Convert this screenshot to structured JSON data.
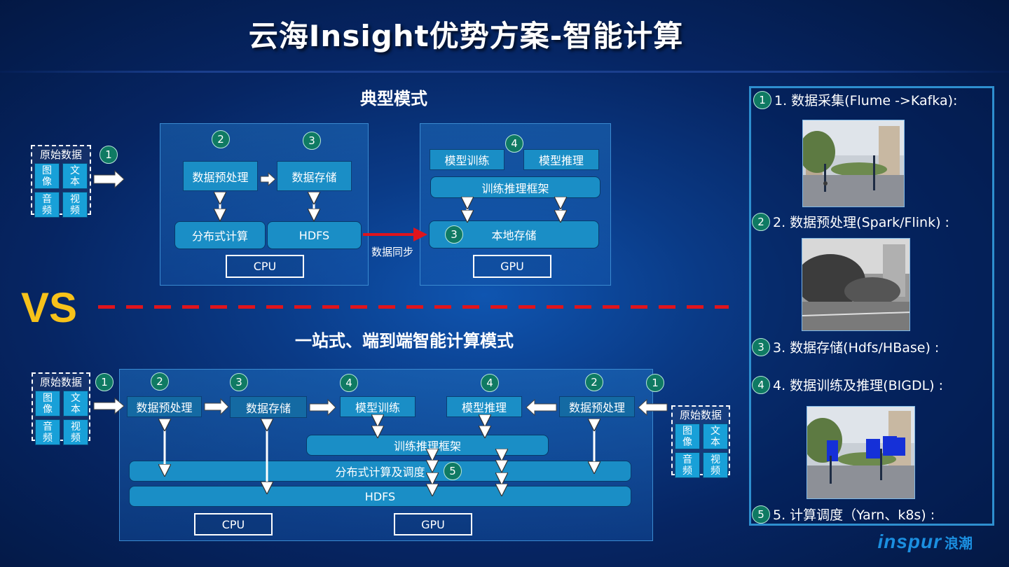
{
  "title": "云海Insight优势方案-智能计算",
  "typical": {
    "heading": "典型模式",
    "source": {
      "title": "原始数据",
      "cells": [
        "图像",
        "文本",
        "音频",
        "视频"
      ]
    },
    "badges": {
      "b1": "1",
      "b2": "2",
      "b3": "3",
      "b4": "4",
      "b3b": "3"
    },
    "cpu_panel": {
      "preprocess": "数据预处理",
      "storage": "数据存储",
      "distributed": "分布式计算",
      "hdfs": "HDFS",
      "label": "CPU"
    },
    "sync_label": "数据同步",
    "gpu_panel": {
      "training": "模型训练",
      "inference": "模型推理",
      "framework": "训练推理框架",
      "local_storage": "本地存储",
      "label": "GPU"
    }
  },
  "vs_label": "VS",
  "onestop": {
    "heading": "一站式、端到端智能计算模式",
    "source_left": {
      "title": "原始数据",
      "cells": [
        "图像",
        "文本",
        "音频",
        "视频"
      ]
    },
    "source_right": {
      "title": "原始数据",
      "cells": [
        "图像",
        "文本",
        "音频",
        "视频"
      ]
    },
    "badges": {
      "l1": "1",
      "l2": "2",
      "l3": "3",
      "l4a": "4",
      "l4b": "4",
      "r2": "2",
      "r1": "1",
      "c5": "5"
    },
    "preprocess_left": "数据预处理",
    "storage": "数据存储",
    "training": "模型训练",
    "inference": "模型推理",
    "preprocess_right": "数据预处理",
    "framework": "训练推理框架",
    "distributed": "分布式计算及调度",
    "hdfs": "HDFS",
    "cpu_label": "CPU",
    "gpu_label": "GPU"
  },
  "right_panel": {
    "items": [
      {
        "badge": "1",
        "text": "1. 数据采集(Flume ->Kafka):"
      },
      {
        "badge": "2",
        "text": "2. 数据预处理(Spark/Flink) :"
      },
      {
        "badge": "3",
        "text": "3. 数据存储(Hdfs/HBase) :"
      },
      {
        "badge": "4",
        "text": "4. 数据训练及推理(BIGDL) :"
      },
      {
        "badge": "5",
        "text": "5. 计算调度（Yarn、k8s) :"
      }
    ]
  },
  "logo": {
    "en": "inspur",
    "cn": "浪潮"
  },
  "colors": {
    "accent_box": "#1a8ec6",
    "badge": "#0f7a63",
    "vs": "#f7c21a",
    "sync_arrow": "#e0141c",
    "logo": "#1b8fe0"
  }
}
